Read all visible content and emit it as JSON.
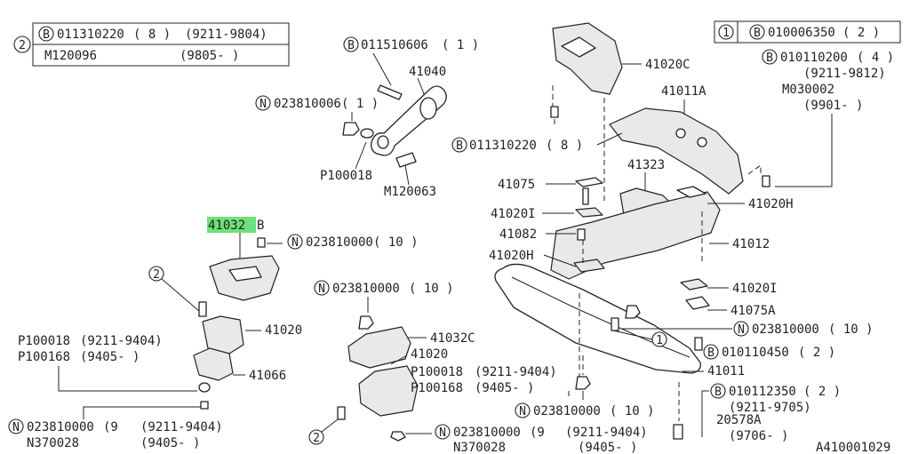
{
  "ref_tables": {
    "t2": {
      "marker": "2",
      "row1_b": "B",
      "row1_code": "011310220",
      "row1_qty": "( 8 )",
      "row1_range": "(9211-9804)",
      "row2_code": "M120096",
      "row2_range": "(9805-      )"
    },
    "t1": {
      "marker": "1",
      "b": "B",
      "code": "010006350",
      "qty": "( 2 )"
    }
  },
  "labels": {
    "l01": "011510606",
    "l01q": "( 1 )",
    "l02": "41040",
    "l03": "023810006",
    "l03q": "( 1 )",
    "l04": "P100018",
    "l05": "M120063",
    "l06": "41020C",
    "l07": "41011A",
    "l08": "011310220",
    "l08q": "( 8 )",
    "l09": "010110200",
    "l09q": "( 4 )",
    "l09r": "(9211-9812)",
    "l10": "M030002",
    "l10r": "(9901-      )",
    "l11": "41323",
    "l12": "41075",
    "l13": "41020I",
    "l14": "41082",
    "l15": "41020H",
    "l16": "41012",
    "l17": "41020H",
    "l18": "41020I",
    "l19": "41075A",
    "l20": "023810000",
    "l20q": "( 10 )",
    "l21": "010110450",
    "l21q": "( 2 )",
    "l22": "41011",
    "l23": "010112350",
    "l23q": "( 2 )",
    "l23r": "(9211-9705)",
    "l24": "20578A",
    "l24r": "(9706-      )",
    "l25": "023810000",
    "l25q": "( 10 )",
    "l26": "41032",
    "l26s": "B",
    "l27": "023810000",
    "l27q": "( 10 )",
    "l28": "023810000",
    "l28q": "( 10 )",
    "l29": "41032C",
    "l30": "41020",
    "l31": "P100018",
    "l31r": "(9211-9404)",
    "l32": "P100168",
    "l32r": "(9405-      )",
    "l33": "41020",
    "l34": "P100018",
    "l34r": "(9211-9404)",
    "l35": "P100168",
    "l35r": "(9405-      )",
    "l36": "41066",
    "l37": "023810000",
    "l37q": "(9",
    "l37r": "(9211-9404)",
    "l38": "N370028",
    "l38r": "(9405-      )",
    "l39": "023810000",
    "l39q": "(9",
    "l39r": "(9211-9404)",
    "l40": "N370028",
    "l40r": "(9405-      )",
    "diagram_id": "A410001029"
  },
  "markers": {
    "b": "B",
    "n": "N",
    "one": "1",
    "two": "2"
  },
  "highlight_color": "#6fe07a"
}
